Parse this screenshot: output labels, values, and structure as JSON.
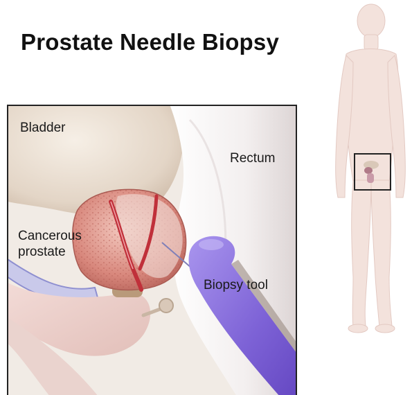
{
  "title": "Prostate Needle Biopsy",
  "labels": {
    "bladder": "Bladder",
    "rectum": "Rectum",
    "cancerous_prostate_line1": "Cancerous",
    "cancerous_prostate_line2": "prostate",
    "biopsy_tool": "Biopsy tool"
  },
  "colors": {
    "prostate": "#d98a80",
    "tumor_vessel": "#c0303a",
    "biopsy_tool": "#8a6fd8",
    "rectum": "#f2eeee",
    "bladder": "#e8dccf",
    "body_silhouette": "#f1dcd6",
    "highlight_box": "#222222"
  }
}
